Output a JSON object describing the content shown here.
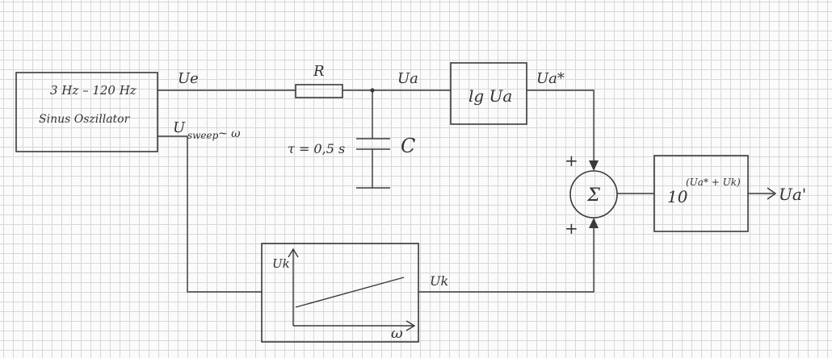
{
  "oscillator": {
    "line1": "3 Hz – 120 Hz",
    "line2": "Sinus Oszillator"
  },
  "labels": {
    "u_e": "Ue",
    "u_sweep": "U",
    "u_sweep_sub": "sweep",
    "u_sweep_rel": "~ ω",
    "resistor": "R",
    "u_a": "Ua",
    "tau": "τ = 0,5 s",
    "capacitor": "C",
    "log_block": "lg Ua",
    "u_a_star": "Ua*",
    "plus_top": "+",
    "plus_bottom": "+",
    "sum_symbol": "Σ",
    "exp_base": "10",
    "exp_power": "(Ua* + Uk)",
    "output": "Ua'",
    "u_k": "Uk",
    "ramp_ylabel": "Uk",
    "ramp_xlabel": "ω"
  },
  "colors": {
    "ink": "#3a3a3a",
    "grid": "#d7d7d7",
    "paper": "#fbfbfb"
  }
}
